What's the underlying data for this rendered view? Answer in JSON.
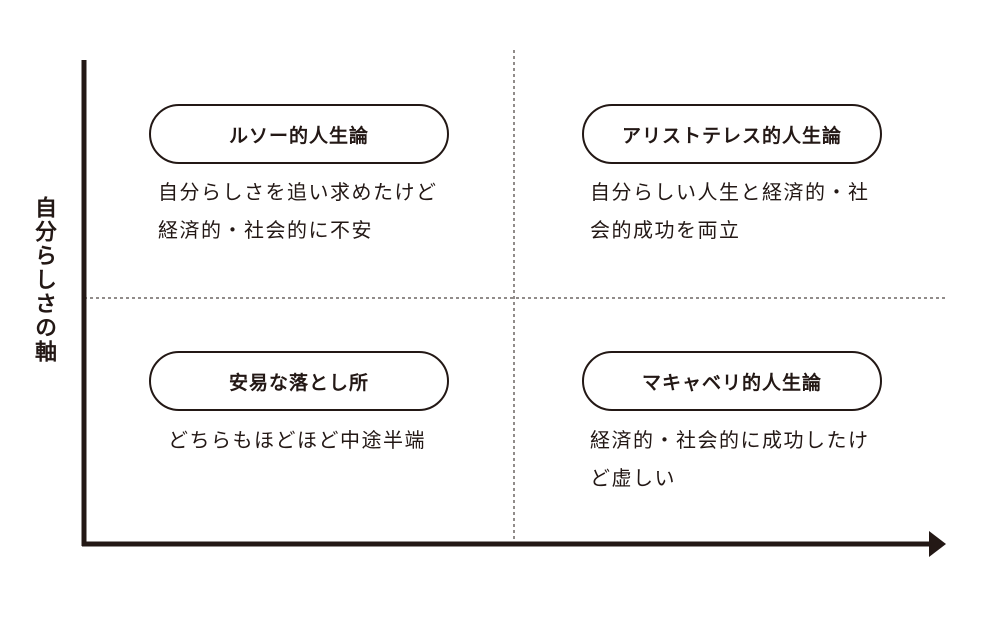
{
  "axis": {
    "y_label": "自分らしさの軸"
  },
  "quadrants": {
    "top_left": {
      "title": "ルソー的人生論",
      "desc_lines": [
        "自分らしさを追い求めたけど",
        "経済的・社会的に不安"
      ]
    },
    "top_right": {
      "title": "アリストテレス的人生論",
      "desc_lines": [
        "自分らしい人生と経済的・社",
        "会的成功を両立"
      ]
    },
    "bottom_left": {
      "title": "安易な落とし所",
      "desc_lines": [
        "どちらもほどほど中途半端"
      ]
    },
    "bottom_right": {
      "title": "マキャベリ的人生論",
      "desc_lines": [
        "経済的・社会的に成功したけ",
        "ど虚しい"
      ]
    }
  },
  "colors": {
    "ink": "#231815",
    "background": "#ffffff"
  }
}
